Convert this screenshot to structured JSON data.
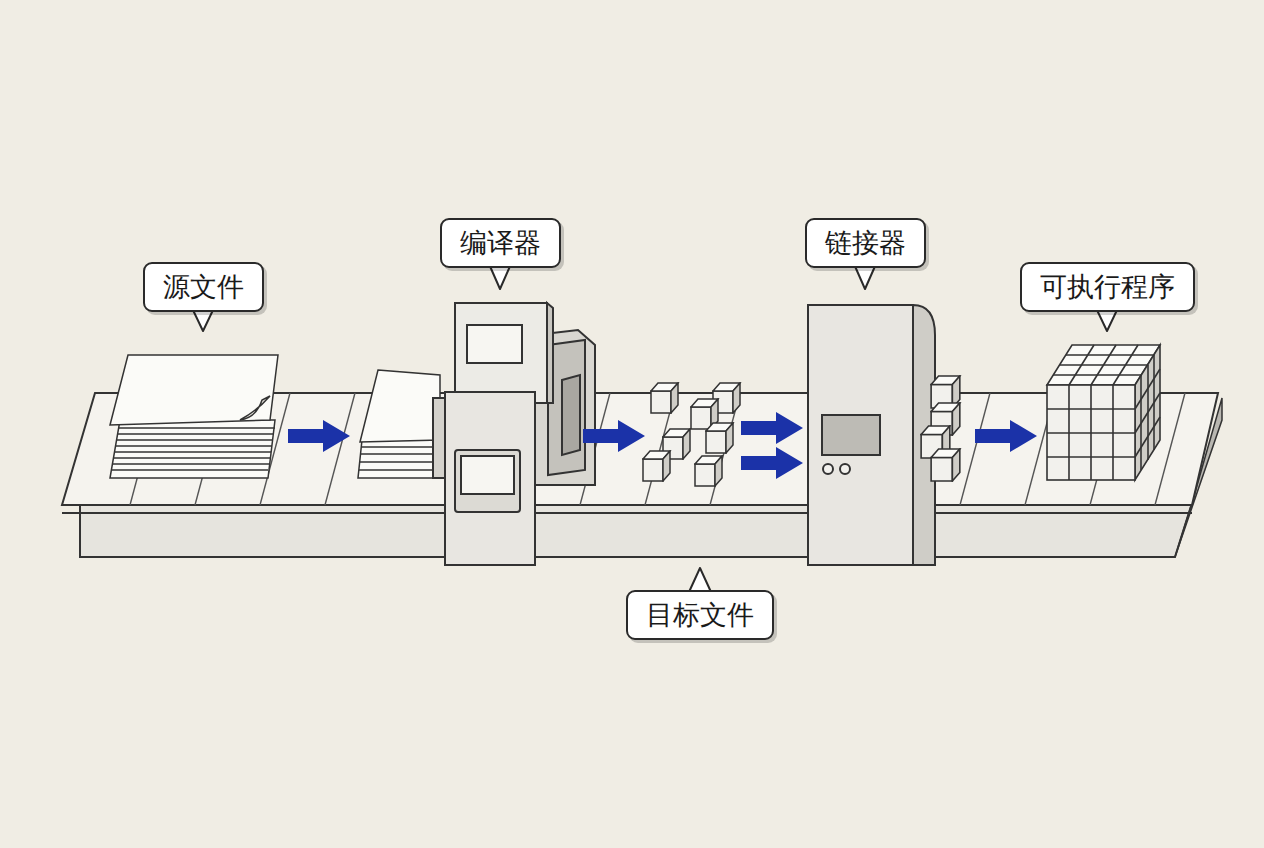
{
  "diagram": {
    "nodes": [
      {
        "text": [
          "源文件"
        ]
      },
      {
        "text": [
          "编译器"
        ]
      },
      {
        "text": [
          "链接器"
        ]
      },
      {
        "text": [
          "可执行程序"
        ]
      },
      {
        "text": [
          "目标文件"
        ]
      }
    ]
  }
}
